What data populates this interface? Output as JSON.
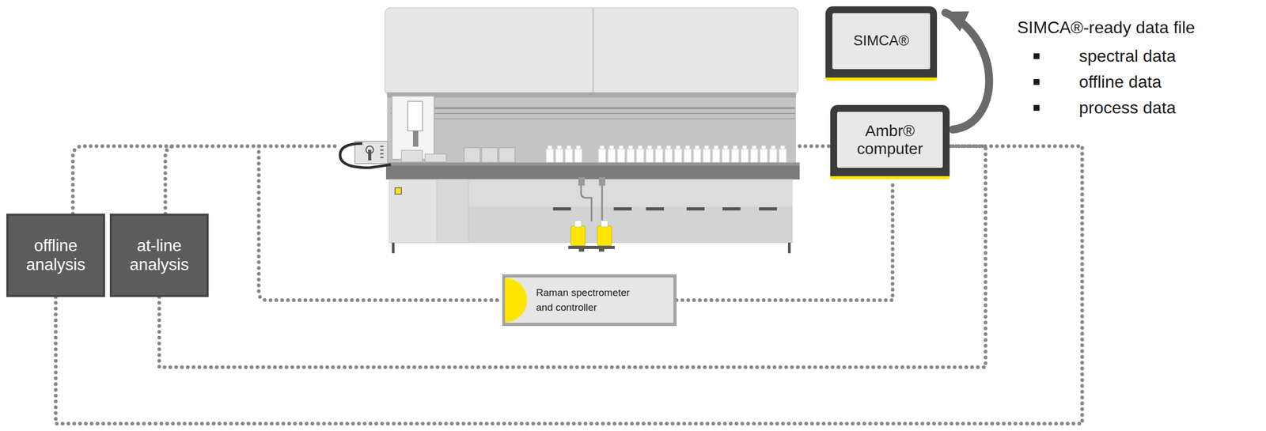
{
  "diagram": {
    "nodes": [
      {
        "text": [
          "SIMCA®"
        ]
      },
      {
        "text": [
          "Ambr® computer"
        ]
      },
      {
        "text": [
          "offline analysis"
        ]
      },
      {
        "text": [
          "at-line analysis"
        ]
      },
      {
        "text": [
          "Raman spectrometer and controller"
        ]
      }
    ],
    "edges": [
      {
        "from": 1,
        "to": 0,
        "arrow": "to"
      },
      {
        "from": 2,
        "to": 1,
        "arrow": "none"
      },
      {
        "from": 3,
        "to": 1,
        "arrow": "none"
      },
      {
        "from": 4,
        "to": 1,
        "arrow": "none"
      }
    ],
    "labels": [
      "SIMCA®-ready data file",
      "spectral data",
      "offline data",
      "process data"
    ]
  }
}
